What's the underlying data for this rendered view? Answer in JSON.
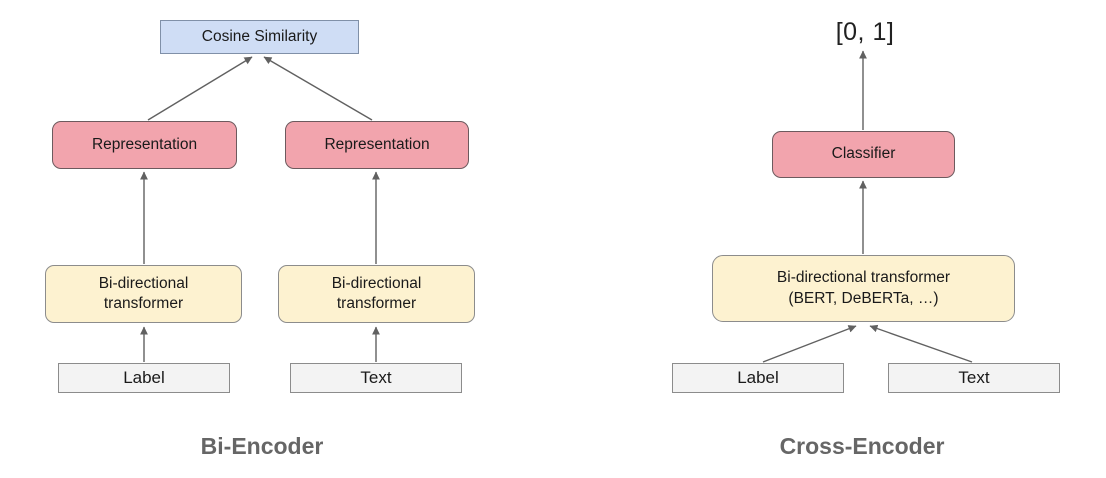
{
  "bi_encoder": {
    "title": "Bi-Encoder",
    "cosine_box": "Cosine Similarity",
    "representation_left": "Representation",
    "representation_right": "Representation",
    "transformer_left": {
      "line1": "Bi-directional",
      "line2": "transformer"
    },
    "transformer_right": {
      "line1": "Bi-directional",
      "line2": "transformer"
    },
    "label_box": "Label",
    "text_box": "Text"
  },
  "cross_encoder": {
    "title": "Cross-Encoder",
    "output_range": "[0, 1]",
    "classifier_box": "Classifier",
    "transformer": {
      "line1": "Bi-directional transformer",
      "line2": "(BERT, DeBERTa, …)"
    },
    "label_box": "Label",
    "text_box": "Text"
  },
  "colors": {
    "blue_fill": "#cfddf5",
    "pink_fill": "#f2a4ad",
    "cream_fill": "#fdf2d0",
    "gray_fill": "#f3f3f3",
    "arrow": "#616161",
    "title_text": "#666666"
  },
  "edges": [
    {
      "from": "label-left",
      "to": "transformer-left"
    },
    {
      "from": "transformer-left",
      "to": "representation-left"
    },
    {
      "from": "representation-left",
      "to": "cosine-similarity"
    },
    {
      "from": "text-left",
      "to": "transformer-right"
    },
    {
      "from": "transformer-right",
      "to": "representation-right"
    },
    {
      "from": "representation-right",
      "to": "cosine-similarity"
    },
    {
      "from": "label-right",
      "to": "cross-transformer"
    },
    {
      "from": "text-right",
      "to": "cross-transformer"
    },
    {
      "from": "cross-transformer",
      "to": "classifier"
    },
    {
      "from": "classifier",
      "to": "output-range"
    }
  ]
}
